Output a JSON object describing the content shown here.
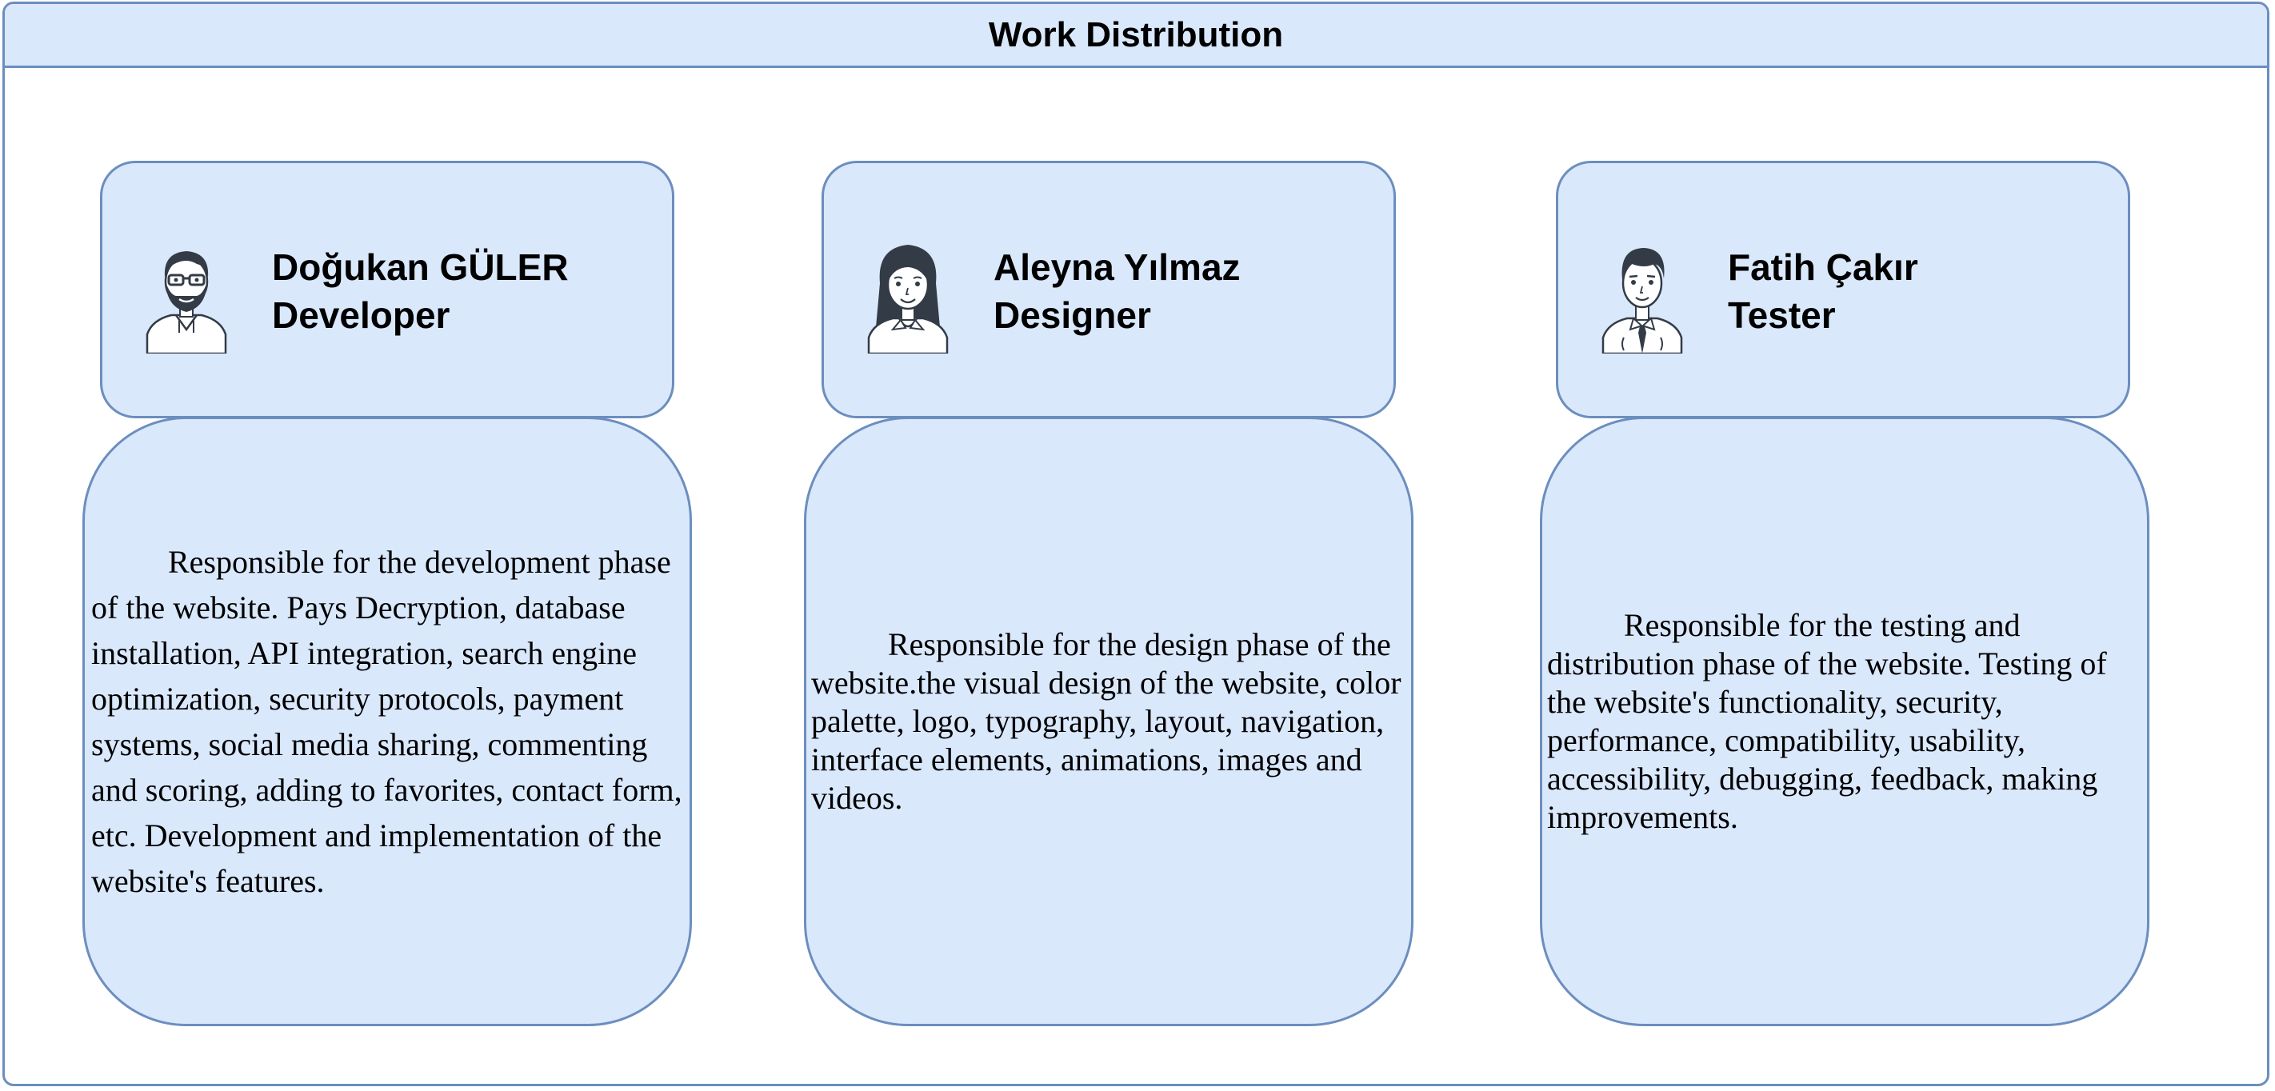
{
  "title": "Work Distribution",
  "colors": {
    "fill": "#dae8fc",
    "stroke": "#6c8ebf",
    "avatar_ink": "#333b46"
  },
  "members": [
    {
      "name": "Doğukan GÜLER",
      "role": "Developer",
      "avatar_icon": "bearded-man-with-glasses-icon",
      "description": "Responsible for the development phase of the website. Pays Decryption, database installation, API integration, search engine optimization, security protocols, payment systems, social media sharing, commenting and scoring, adding to favorites, contact form, etc. Development and implementation of the website's features."
    },
    {
      "name": "Aleyna Yılmaz",
      "role": "Designer",
      "avatar_icon": "woman-icon",
      "description": "Responsible for the design phase of the website.the visual design of the website, color palette, logo, typography, layout, navigation, interface elements, animations, images and videos."
    },
    {
      "name": "Fatih Çakır",
      "role": "Tester",
      "avatar_icon": "man-with-tie-icon",
      "description": "Responsible for the testing and distribution phase of the website. Testing of the website's functionality, security, performance, compatibility, usability, accessibility, debugging, feedback, making improvements."
    }
  ]
}
